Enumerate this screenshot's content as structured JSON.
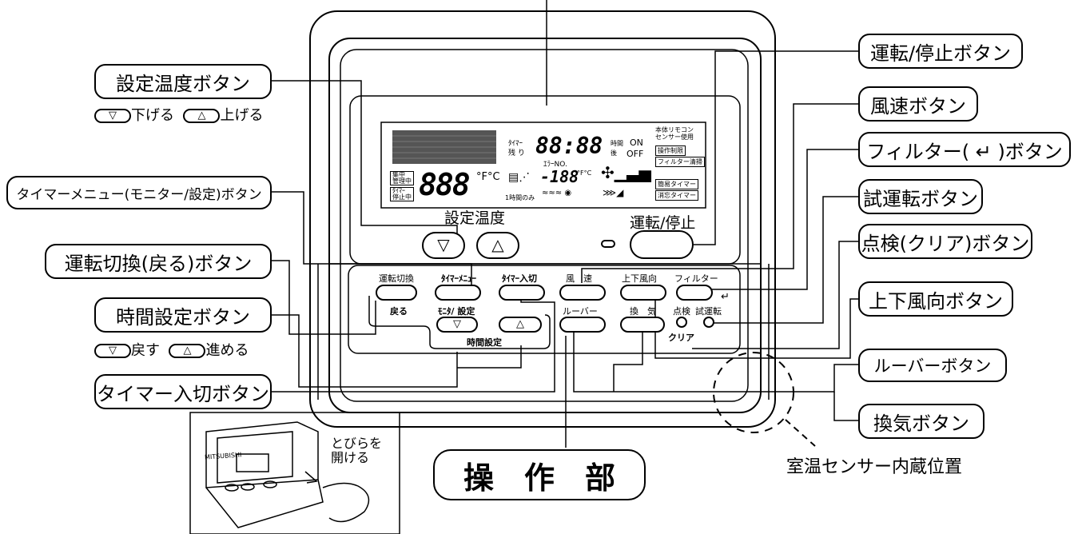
{
  "callouts": {
    "setpoint": "設定温度ボタン",
    "timer_menu": "タイマーメニュー(モニター/設定)ボタン",
    "mode": "運転切換(戻る)ボタン",
    "time_set": "時間設定ボタン",
    "timer_onoff": "タイマー入切ボタン",
    "run_stop": "運転/停止ボタン",
    "fan_speed": "風速ボタン",
    "filter": "フィルター( ↵ )ボタン",
    "test_run": "試運転ボタン",
    "check": "点検(クリア)ボタン",
    "vane": "上下風向ボタン",
    "louver": "ルーバーボタン",
    "vent": "換気ボタン",
    "operation": "操　作　部"
  },
  "notes": {
    "down_symbol": "▽",
    "up_symbol": "△",
    "lower": "下げる",
    "raise": "上げる",
    "back": "戻す",
    "forward": "進める",
    "sensor": "室温センサー内蔵位置",
    "door": "とびらを\n開ける",
    "door_brand": "MITSUBISHI"
  },
  "panel": {
    "setpoint_label": "設定温度",
    "run_stop_label": "運転/停止",
    "btn_mode": "運転切換",
    "btn_back": "戻る",
    "btn_timer_menu": "ﾀｲﾏｰﾒﾆｭｰ",
    "btn_monitor_set": "ﾓﾆﾀ/ 設定",
    "btn_timer_onoff": "ﾀｲﾏｰ入切",
    "btn_time_set": "時間設定",
    "btn_fan": "風　速",
    "btn_louver": "ルーバー",
    "btn_vane": "上下風向",
    "btn_vent": "換　気",
    "btn_filter": "フィルター",
    "btn_check": "点検",
    "btn_test": "試運転",
    "btn_clear": "クリア"
  },
  "lcd": {
    "temp_digits": "888",
    "units": "°F°C",
    "time_digits": "88:88",
    "small_digits": "-188",
    "timer_label": "ﾀｲﾏｰ",
    "remain_label": "残 り",
    "error_label": "ｴﾗｰNO.",
    "hour_label": "時間",
    "after_label": "後",
    "on_label": "ON",
    "off_label": "OFF",
    "one_hour_only": "1時間のみ",
    "central": "集中\n管理中",
    "timer_stop": "ﾀｲﾏｰ\n停止中",
    "sensor_use": "本体リモコン\nセンサー使用",
    "op_limit": "操作制限",
    "filter_clean": "フィルター清掃",
    "simple_timer": "簡易タイマー",
    "erase_timer": "消忘タイマー"
  }
}
